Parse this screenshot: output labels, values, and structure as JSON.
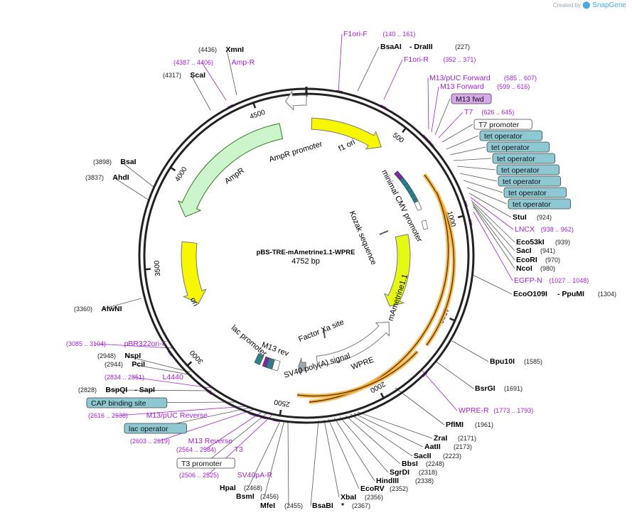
{
  "watermark": {
    "prefix": "Created by",
    "name": "SnapGene"
  },
  "plasmid": {
    "name": "pBS-TRE-mAmetrine1.1-WPRE",
    "size_label": "4752 bp",
    "length": 4752
  },
  "ticks": [
    {
      "pos": 500,
      "label": "500"
    },
    {
      "pos": 1000,
      "label": "1000"
    },
    {
      "pos": 1500,
      "label": "1500"
    },
    {
      "pos": 2000,
      "label": "2000"
    },
    {
      "pos": 2500,
      "label": "2500"
    },
    {
      "pos": 3000,
      "label": "3000"
    },
    {
      "pos": 3500,
      "label": "3500"
    },
    {
      "pos": 4000,
      "label": "4000"
    },
    {
      "pos": 4500,
      "label": "4500"
    }
  ],
  "features": [
    {
      "name": "f1 ori",
      "start": 30,
      "end": 456,
      "dir": 1,
      "color": "#f7f700",
      "inner": true
    },
    {
      "name": "AmpR promoter",
      "start": 4650,
      "end": 4752,
      "dir": -1,
      "color": "#ffffff",
      "inner": false
    },
    {
      "name": "AmpR",
      "start": 3800,
      "end": 4600,
      "dir": -1,
      "color": "#ccf5cc",
      "inner": false
    },
    {
      "name": "ori",
      "start": 3250,
      "end": 3650,
      "dir": -1,
      "color": "#f7f700",
      "inner": false
    },
    {
      "name": "mAmetrine1.1",
      "start": 1030,
      "end": 1600,
      "dir": 1,
      "color": "#e4fa15",
      "inner": false
    },
    {
      "name": "WPRE",
      "start": 1700,
      "end": 2300,
      "dir": -1,
      "color": "#ffffff",
      "inner": true
    },
    {
      "name": "SV40 poly(A) signal",
      "start": 2380,
      "end": 2430,
      "dir": 1,
      "color": "#a0a8b0",
      "inner": false
    }
  ],
  "feature_labels": [
    {
      "text": "f1 ori"
    },
    {
      "text": "AmpR promoter"
    },
    {
      "text": "AmpR"
    },
    {
      "text": "minimal CMV promoter"
    },
    {
      "text": "Kozak sequence"
    },
    {
      "text": "mAmetrine1.1"
    },
    {
      "text": "ori"
    },
    {
      "text": "Factor Xa site"
    },
    {
      "text": "lac promoter"
    },
    {
      "text": "M13 rev"
    },
    {
      "text": "SV40 poly(A) signal"
    },
    {
      "text": "WPRE"
    }
  ],
  "labels": [
    {
      "kind": "site",
      "name": "BsaAI",
      "extra": "- DraIII",
      "num": "(227)"
    },
    {
      "kind": "primer",
      "name": "F1ori-F",
      "num": "(140 .. 161)"
    },
    {
      "kind": "primer",
      "name": "F1ori-R",
      "num": "(352 .. 371)"
    },
    {
      "kind": "primer",
      "name": "M13/pUC Forward",
      "num": "(585 .. 607)"
    },
    {
      "kind": "primer",
      "name": "M13 Forward",
      "num": "(599 .. 616)"
    },
    {
      "kind": "box",
      "name": "M13 fwd",
      "style": "purple"
    },
    {
      "kind": "primer",
      "name": "T7",
      "num": "(626 .. 645)"
    },
    {
      "kind": "box",
      "name": "T7 promoter",
      "style": "white"
    },
    {
      "kind": "box",
      "name": "tet operator",
      "style": "teal"
    },
    {
      "kind": "box",
      "name": "tet operator",
      "style": "teal"
    },
    {
      "kind": "box",
      "name": "tet operator",
      "style": "teal"
    },
    {
      "kind": "box",
      "name": "tet operator",
      "style": "teal"
    },
    {
      "kind": "box",
      "name": "tet operator",
      "style": "teal"
    },
    {
      "kind": "box",
      "name": "tet operator",
      "style": "teal"
    },
    {
      "kind": "box",
      "name": "tet operator",
      "style": "teal"
    },
    {
      "kind": "site",
      "name": "StuI",
      "num": "(924)"
    },
    {
      "kind": "primer",
      "name": "LNCX",
      "num": "(938 .. 962)"
    },
    {
      "kind": "site",
      "name": "Eco53kI",
      "num": "(939)"
    },
    {
      "kind": "site",
      "name": "SacI",
      "num": "(941)"
    },
    {
      "kind": "site",
      "name": "EcoRI",
      "num": "(970)"
    },
    {
      "kind": "site",
      "name": "NcoI",
      "num": "(980)"
    },
    {
      "kind": "primer",
      "name": "EGFP-N",
      "num": "(1027 .. 1048)"
    },
    {
      "kind": "site",
      "name": "EcoO109I",
      "extra": "- PpuMI",
      "num": "(1304)"
    },
    {
      "kind": "site",
      "name": "Bpu10I",
      "num": "(1585)"
    },
    {
      "kind": "site",
      "name": "BsrGI",
      "num": "(1691)"
    },
    {
      "kind": "primer",
      "name": "WPRE-R",
      "num": "(1773 .. 1793)"
    },
    {
      "kind": "site",
      "name": "PflMI",
      "num": "(1961)"
    },
    {
      "kind": "site",
      "name": "ZraI",
      "num": "(2171)"
    },
    {
      "kind": "site",
      "name": "AatII",
      "num": "(2173)"
    },
    {
      "kind": "site",
      "name": "SacII",
      "num": "(2223)"
    },
    {
      "kind": "site",
      "name": "BbsI",
      "num": "(2248)"
    },
    {
      "kind": "site",
      "name": "SgrDI",
      "num": "(2318)"
    },
    {
      "kind": "site",
      "name": "HindIII",
      "num": "(2338)"
    },
    {
      "kind": "site",
      "name": "EcoRV",
      "num": "(2352)"
    },
    {
      "kind": "site",
      "name": "XbaI",
      "num": "(2356)"
    },
    {
      "kind": "site",
      "name": "BsaBI",
      "extra": "*",
      "num": "(2367)"
    },
    {
      "kind": "site",
      "name": "MfeI",
      "num": "(2455)"
    },
    {
      "kind": "site",
      "name": "BsmI",
      "num": "(2456)"
    },
    {
      "kind": "site",
      "name": "HpaI",
      "num": "(2468)"
    },
    {
      "kind": "primer",
      "name": "SV40pA-R",
      "num": "(2506 .. 2525)"
    },
    {
      "kind": "box",
      "name": "T3 promoter",
      "style": "white"
    },
    {
      "kind": "primer",
      "name": "T3",
      "num": "(2564 .. 2584)"
    },
    {
      "kind": "primer",
      "name": "M13 Reverse",
      "num": "(2603 .. 2619)"
    },
    {
      "kind": "box",
      "name": "lac operator",
      "style": "teal"
    },
    {
      "kind": "primer",
      "name": "M13/pUC Reverse",
      "num": "(2616 .. 2638)"
    },
    {
      "kind": "box",
      "name": "CAP binding site",
      "style": "teal"
    },
    {
      "kind": "site",
      "name": "BspQI",
      "extra": "- SapI",
      "num": "(2828)"
    },
    {
      "kind": "primer",
      "name": "L4440",
      "num": "(2834 .. 2851)"
    },
    {
      "kind": "site",
      "name": "PciI",
      "num": "(2944)"
    },
    {
      "kind": "site",
      "name": "NspI",
      "num": "(2948)"
    },
    {
      "kind": "primer",
      "name": "pBR322ori-F",
      "num": "(3085 .. 3104)"
    },
    {
      "kind": "site",
      "name": "AlwNI",
      "num": "(3360)"
    },
    {
      "kind": "site",
      "name": "AhdI",
      "num": "(3837)"
    },
    {
      "kind": "site",
      "name": "BsaI",
      "num": "(3898)"
    },
    {
      "kind": "site",
      "name": "ScaI",
      "num": "(4317)"
    },
    {
      "kind": "primer",
      "name": "Amp-R",
      "num": "(4387 .. 4406)"
    },
    {
      "kind": "site",
      "name": "XmnI",
      "num": "(4436)"
    }
  ],
  "colors": {
    "primer": "#a020d0",
    "site": "#000000",
    "teal_box": "#8ec9d3",
    "purple_box": "#d7a8ea",
    "highlight": "#f5b440"
  }
}
